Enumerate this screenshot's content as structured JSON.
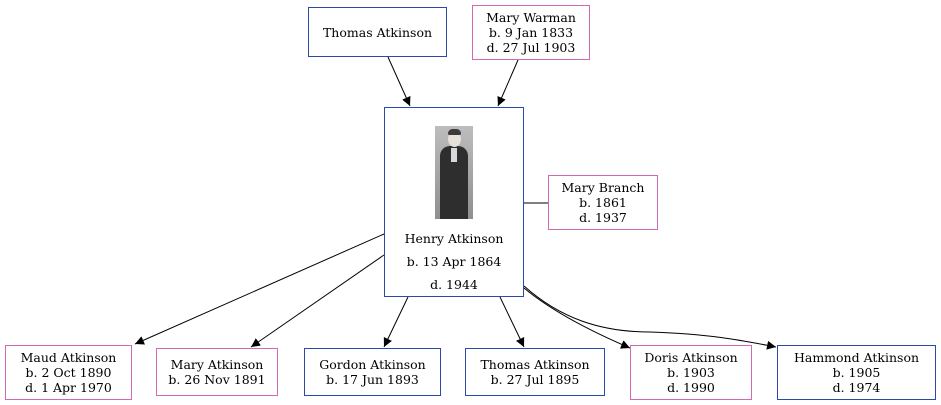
{
  "parents": {
    "father": {
      "name": "Thomas Atkinson"
    },
    "mother": {
      "name": "Mary Warman",
      "born": "b. 9 Jan 1833",
      "died": "d. 27 Jul 1903"
    }
  },
  "subject": {
    "name": "Henry Atkinson",
    "born": "b. 13 Apr 1864",
    "died": "d. 1944",
    "photo": "portrait-photo"
  },
  "spouse": {
    "name": "Mary Branch",
    "born": "b. 1861",
    "died": "d. 1937"
  },
  "children": [
    {
      "name": "Maud Atkinson",
      "born": "b. 2 Oct 1890",
      "died": "d. 1 Apr 1970"
    },
    {
      "name": "Mary Atkinson",
      "born": "b. 26 Nov 1891"
    },
    {
      "name": "Gordon Atkinson",
      "born": "b. 17 Jun 1893"
    },
    {
      "name": "Thomas Atkinson",
      "born": "b. 27 Jul 1895"
    },
    {
      "name": "Doris Atkinson",
      "born": "b. 1903",
      "died": "d. 1990"
    },
    {
      "name": "Hammond Atkinson",
      "born": "b. 1905",
      "died": "d. 1974"
    }
  ],
  "colors": {
    "male_border": "#2a4aa8",
    "female_border": "#d16ab0",
    "edge": "#000000"
  }
}
